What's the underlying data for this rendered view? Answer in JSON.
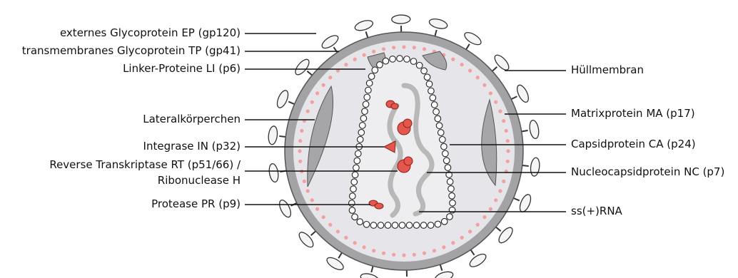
{
  "labels_left": [
    {
      "id": "gp120",
      "text": "externes Glycoprotein EP (gp120)"
    },
    {
      "id": "gp41",
      "text": "transmembranes Glycoprotein TP (gp41)"
    },
    {
      "id": "p6",
      "text": "Linker-Proteine LI (p6)"
    },
    {
      "id": "lateral",
      "text": "Lateralkörperchen"
    },
    {
      "id": "p32",
      "text": "Integrase IN (p32)"
    },
    {
      "id": "rt1",
      "text": "Reverse Transkriptase RT (p51/66) /"
    },
    {
      "id": "rt2",
      "text": "Ribonuclease H"
    },
    {
      "id": "p9",
      "text": "Protease PR (p9)"
    }
  ],
  "labels_right": [
    {
      "id": "huell",
      "text": "Hüllmembran"
    },
    {
      "id": "p17",
      "text": "Matrixprotein MA (p17)"
    },
    {
      "id": "p24",
      "text": "Capsidprotein CA (p24)"
    },
    {
      "id": "p7",
      "text": "Nucleocapsidprotein NC (p7)"
    },
    {
      "id": "rna",
      "text": "ss(+)RNA"
    }
  ],
  "colors": {
    "membrane": "#a3a3a5",
    "inner": "#e6e6ea",
    "matrix_dots": "#f2a0a0",
    "enzyme": "#e5574c",
    "spike_fill": "#f5f5f5",
    "line": "#111111",
    "rna": "#b8b8b8"
  }
}
